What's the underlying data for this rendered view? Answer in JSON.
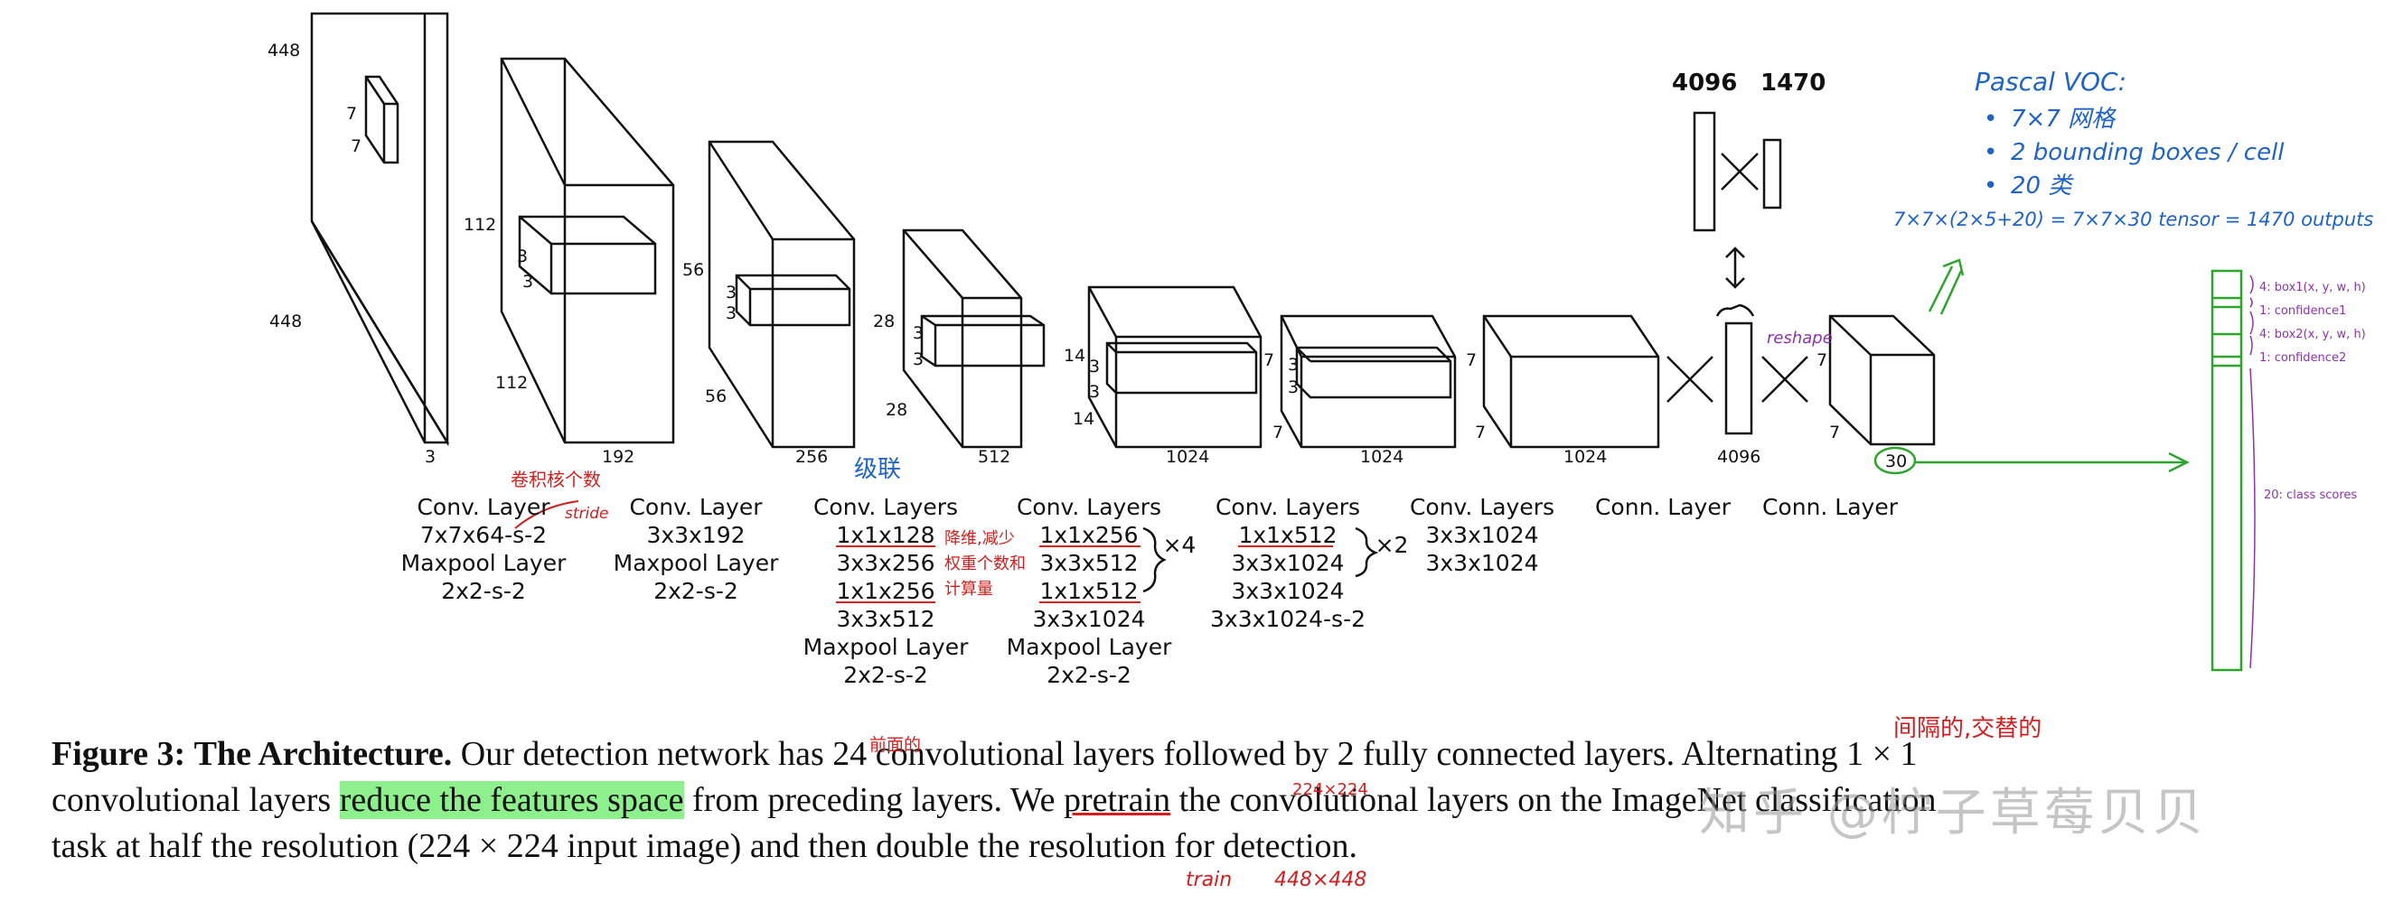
{
  "colors": {
    "ink": "#111111",
    "red": "#d21e1e",
    "blue": "#1f63c7",
    "green": "#2da52d",
    "purple": "#8a35a8",
    "highlight": "#8df08d"
  },
  "blocks": [
    {
      "dims": [
        "448",
        "448",
        "3"
      ],
      "kernel": [
        "7",
        "7"
      ],
      "labels": [
        "Conv. Layer",
        "7x7x64-s-2",
        "Maxpool Layer",
        "2x2-s-2"
      ]
    },
    {
      "dims": [
        "112",
        "112",
        "192"
      ],
      "kernel": [
        "3",
        "3"
      ],
      "labels": [
        "Conv. Layer",
        "3x3x192",
        "Maxpool Layer",
        "2x2-s-2"
      ]
    },
    {
      "dims": [
        "56",
        "56",
        "256"
      ],
      "kernel": [
        "3",
        "3"
      ],
      "labels": [
        "Conv. Layers",
        "1x1x128",
        "3x3x256",
        "1x1x256",
        "3x3x512",
        "Maxpool Layer",
        "2x2-s-2"
      ]
    },
    {
      "dims": [
        "28",
        "28",
        "512"
      ],
      "kernel": [
        "3",
        "3"
      ],
      "labels": [
        "Conv. Layers",
        "1x1x256",
        "3x3x512",
        "1x1x512",
        "3x3x1024",
        "Maxpool Layer",
        "2x2-s-2"
      ],
      "repeat": "×4"
    },
    {
      "dims": [
        "14",
        "14",
        "1024"
      ],
      "kernel": [
        "3",
        "3"
      ],
      "labels": [
        "Conv. Layers",
        "1x1x512",
        "3x3x1024",
        "3x3x1024",
        "3x3x1024-s-2"
      ],
      "repeat": "×2"
    },
    {
      "dims": [
        "7",
        "7",
        "1024"
      ],
      "kernel": [
        "3",
        "3"
      ],
      "labels": [
        "Conv. Layers",
        "3x3x1024",
        "3x3x1024"
      ]
    },
    {
      "dims": [
        "7",
        "7",
        "1024"
      ],
      "labels": [
        "Conn. Layer"
      ]
    },
    {
      "dims": [
        "4096"
      ],
      "labels": [
        "Conn. Layer"
      ]
    },
    {
      "dims": [
        "7",
        "7",
        "30"
      ]
    }
  ],
  "fc": {
    "left": "4096",
    "right": "1470"
  },
  "annotations": {
    "kernels_count": "卷积核个数",
    "stride": "stride",
    "cascade": "级联",
    "dim_reduce": [
      "降维,减少",
      "权重个数和",
      "计算量"
    ],
    "reshape": "reshape"
  },
  "pascal": {
    "title": "Pascal VOC:",
    "items": [
      "7×7 网格",
      "2 bounding boxes / cell",
      "20 类"
    ],
    "formula": "7×7×(2×5+20) = 7×7×30 tensor = 1470 outputs"
  },
  "vector": {
    "labels": [
      "4: box1(x, y, w, h)",
      "1: confidence1",
      "4: box2(x, y, w, h)",
      "1: confidence2",
      "20: class scores"
    ]
  },
  "caption": {
    "fig": "Figure 3:",
    "title": "The Architecture.",
    "s1": "Our detection network has 24 convolutional layers followed by 2 fully connected layers. Alternating 1 × 1",
    "s2a": "convolutional layers",
    "s2hl": "reduce the features space",
    "s2b": "from preceding layers. We",
    "s2ul": "pretrain",
    "s2c": "the convolutional layers on the ImageNet classification",
    "s3": "task at half the resolution (224 × 224 input image) and then double the resolution for detection.",
    "notes": {
      "preceding": "前面的",
      "pretrain_size": "224×224",
      "alternating": "间隔的,交替的",
      "train": "train",
      "train_size": "448×448"
    }
  },
  "watermark": "知乎 @柠子草莓贝贝"
}
